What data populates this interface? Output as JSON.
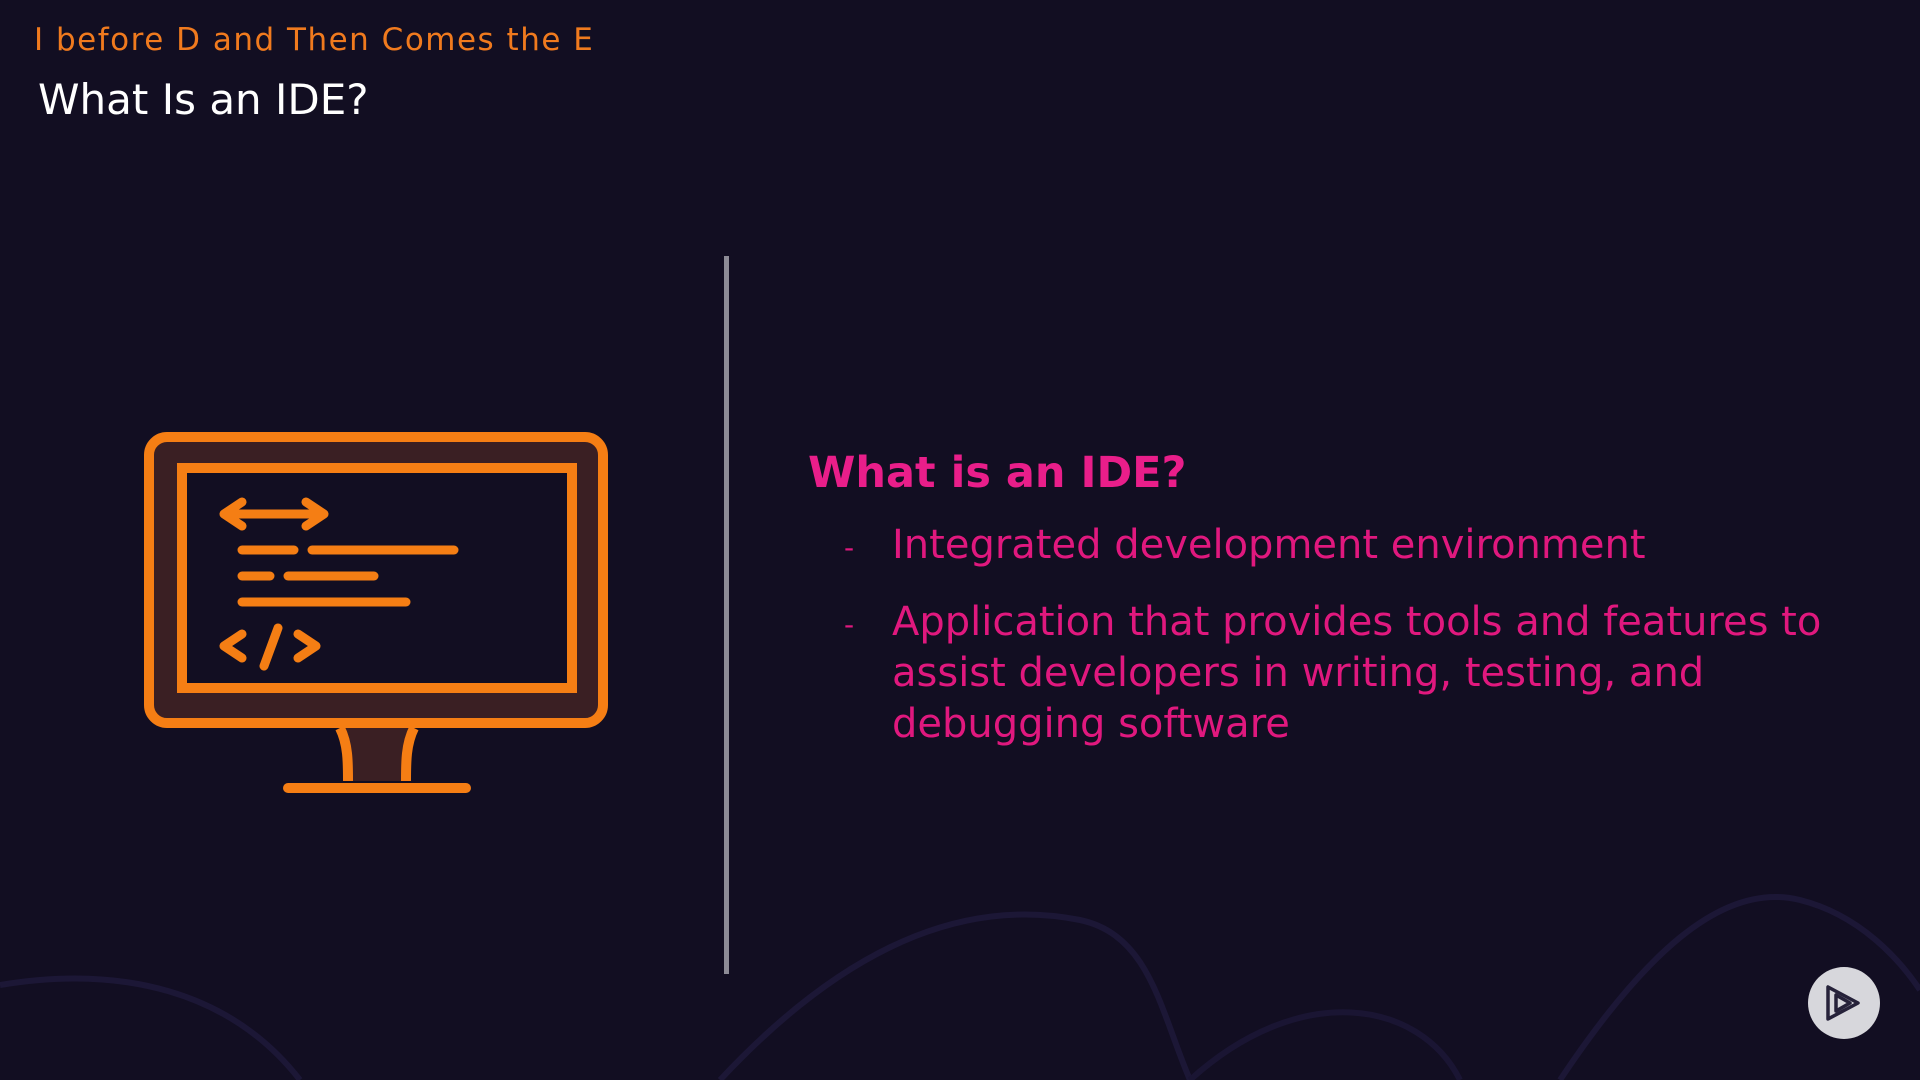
{
  "header": {
    "overline": "I before D and Then Comes the E",
    "title": "What Is an IDE?"
  },
  "content": {
    "heading": "What is an IDE?",
    "bullets": [
      {
        "marker": "-",
        "text": "Integrated development environment"
      },
      {
        "marker": "-",
        "text": "Application that provides tools and features to assist developers in writing, testing, and debugging software"
      }
    ]
  },
  "icons": {
    "illustration": "computer-monitor-code-icon",
    "logo": "play-logo-icon"
  },
  "colors": {
    "background": "#120e22",
    "overline": "#f07a1e",
    "title": "#ffffff",
    "accent_pink": "#e0187e",
    "icon_orange": "#f57e14",
    "divider": "#8d8b96"
  }
}
